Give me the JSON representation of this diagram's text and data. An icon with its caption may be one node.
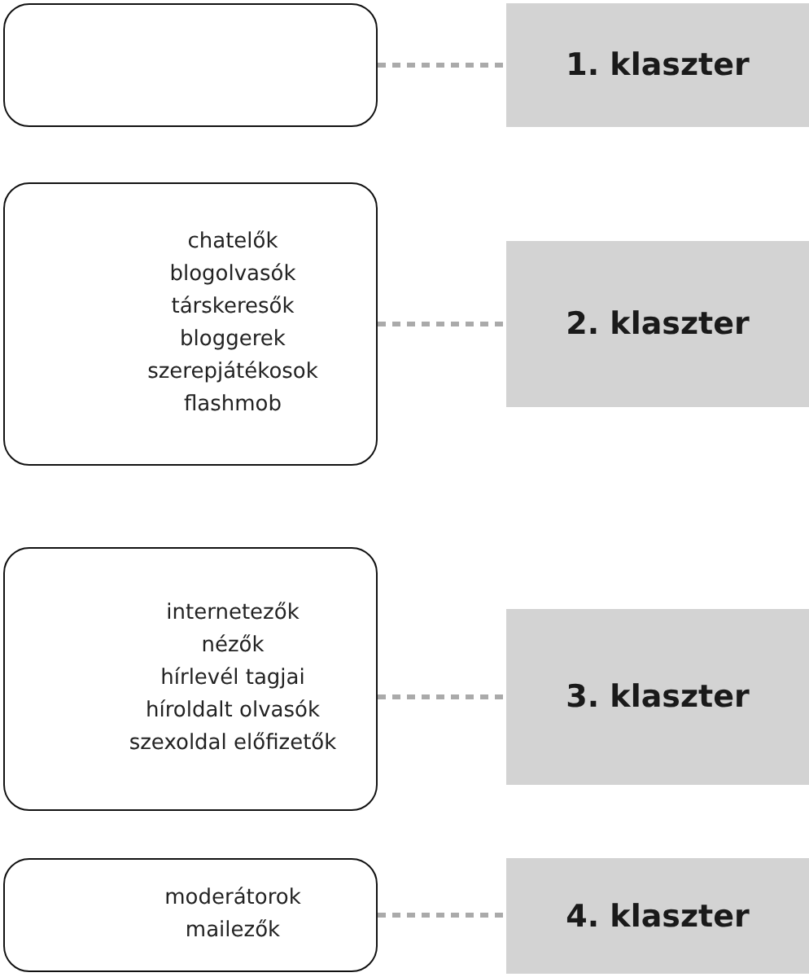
{
  "diagram": {
    "nodes": [
      {
        "text": [],
        "shape": "box"
      },
      {
        "text": [
          "1. klaszter"
        ]
      },
      {
        "text": [
          "chatelők",
          "blogolvasók",
          "társkeresők",
          "bloggerek",
          "szerepjátékosok",
          "flashmob"
        ]
      },
      {
        "text": [
          "2. klaszter"
        ]
      },
      {
        "text": [
          "internetezők",
          "nézők",
          "hírlevél tagjai",
          "híroldalt olvasók",
          "szexoldal előfizetők"
        ]
      },
      {
        "text": [
          "3. klaszter"
        ]
      },
      {
        "text": [
          "moderátorok",
          "mailezők"
        ]
      },
      {
        "text": [
          "4. klaszter"
        ]
      }
    ],
    "edges": [
      {
        "from": 0,
        "to": 1,
        "arrow": "none",
        "style": "dashed"
      },
      {
        "from": 2,
        "to": 3,
        "arrow": "none",
        "style": "dashed"
      },
      {
        "from": 4,
        "to": 5,
        "arrow": "none",
        "style": "dashed"
      },
      {
        "from": 6,
        "to": 7,
        "arrow": "none",
        "style": "dashed"
      }
    ]
  }
}
